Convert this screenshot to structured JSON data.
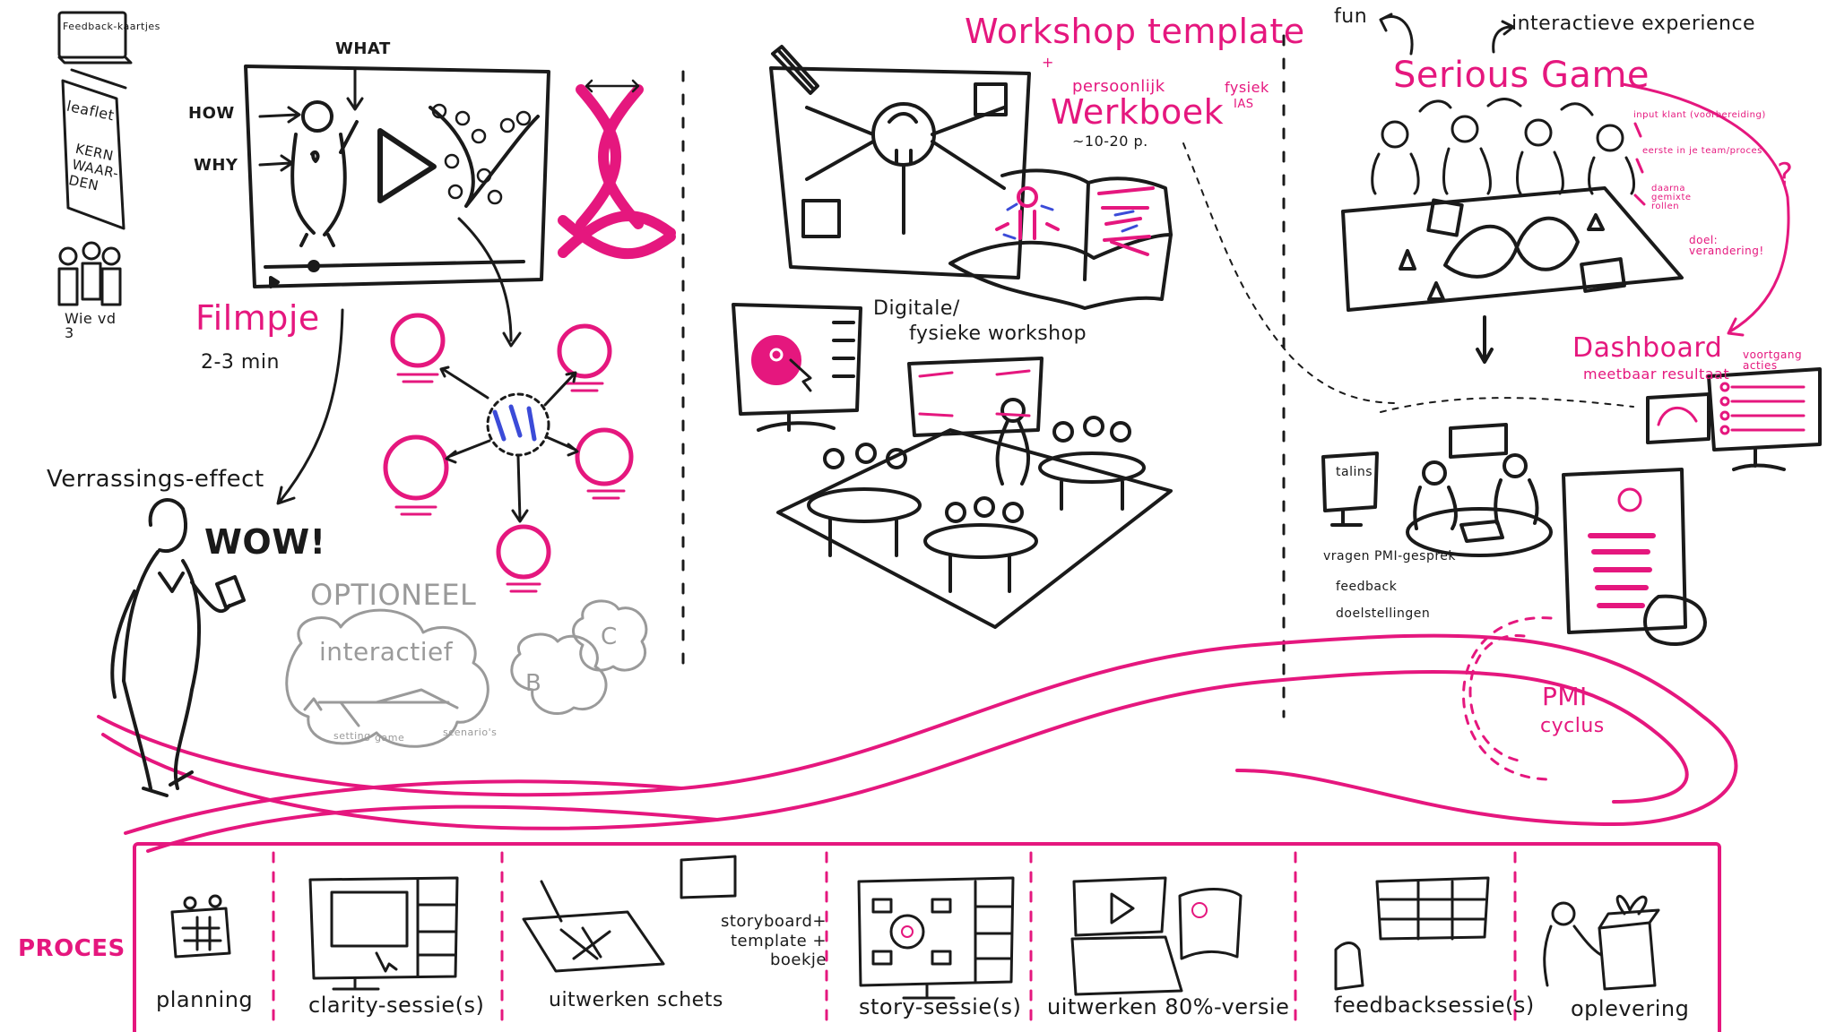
{
  "colors": {
    "accent": "#e5177e",
    "ink": "#1a1a1a",
    "muted": "#9a9a9a",
    "background": "#ffffff"
  },
  "left": {
    "feedback_card": "Feedback-kaartjes",
    "leaflet_title": "leaflet",
    "leaflet_body": "KERN WAAR-DEN",
    "wie_label": "Wie vd 3",
    "what_label": "WHAT",
    "how_label": "HOW",
    "why_label": "WHY",
    "filmpje_title": "Filmpje",
    "filmpje_duration": "2-3 min",
    "surprise_label": "Verrassings-effect",
    "wow_label": "WOW!",
    "optional_label": "OPTIONEEL",
    "interactive_label": "interactief",
    "option_b": "B",
    "option_c": "C",
    "cloud_setting": "setting",
    "cloud_game": "game",
    "cloud_scenarios": "scenario's"
  },
  "middle": {
    "workshop_title": "Workshop template",
    "plus_sign": "+",
    "personal_label": "persoonlijk",
    "workbook_label": "Werkboek",
    "physical_label": "fysiek",
    "physical_label_2": "IAS",
    "pages_label": "~10-20 p.",
    "digital_workshop_line1": "Digitale/",
    "digital_workshop_line2": "fysieke workshop"
  },
  "right": {
    "fun_label": "fun",
    "interactive_experience": "interactieve experience",
    "serious_game_title": "Serious Game",
    "input_note_1": "input klant (voorbereiding)",
    "input_note_2": "eerste in je team/proces",
    "input_note_3": "daarna gemixte rollen",
    "input_note_4": "doel: verandering!",
    "question_mark": "?",
    "dashboard_title": "Dashboard",
    "dashboard_subtitle": "meetbaar resultaat",
    "progress_label": "voortgang acties",
    "talins_label": "talins",
    "questions_label": "vragen PMI-gesprek",
    "feedback_label": "feedback",
    "goals_label": "doelstellingen",
    "pmi_title": "PMI",
    "pmi_subtitle": "cyclus"
  },
  "process": {
    "label": "PROCES",
    "steps": [
      {
        "label": "planning"
      },
      {
        "label": "clarity-sessie(s)"
      },
      {
        "label": "uitwerken schets"
      },
      {
        "label": "story-sessie(s)"
      },
      {
        "label": "uitwerken 80%-versie"
      },
      {
        "label": "feedbacksessie(s)"
      },
      {
        "label": "oplevering"
      }
    ],
    "storyboard_note": "storyboard+ template + boekje"
  }
}
